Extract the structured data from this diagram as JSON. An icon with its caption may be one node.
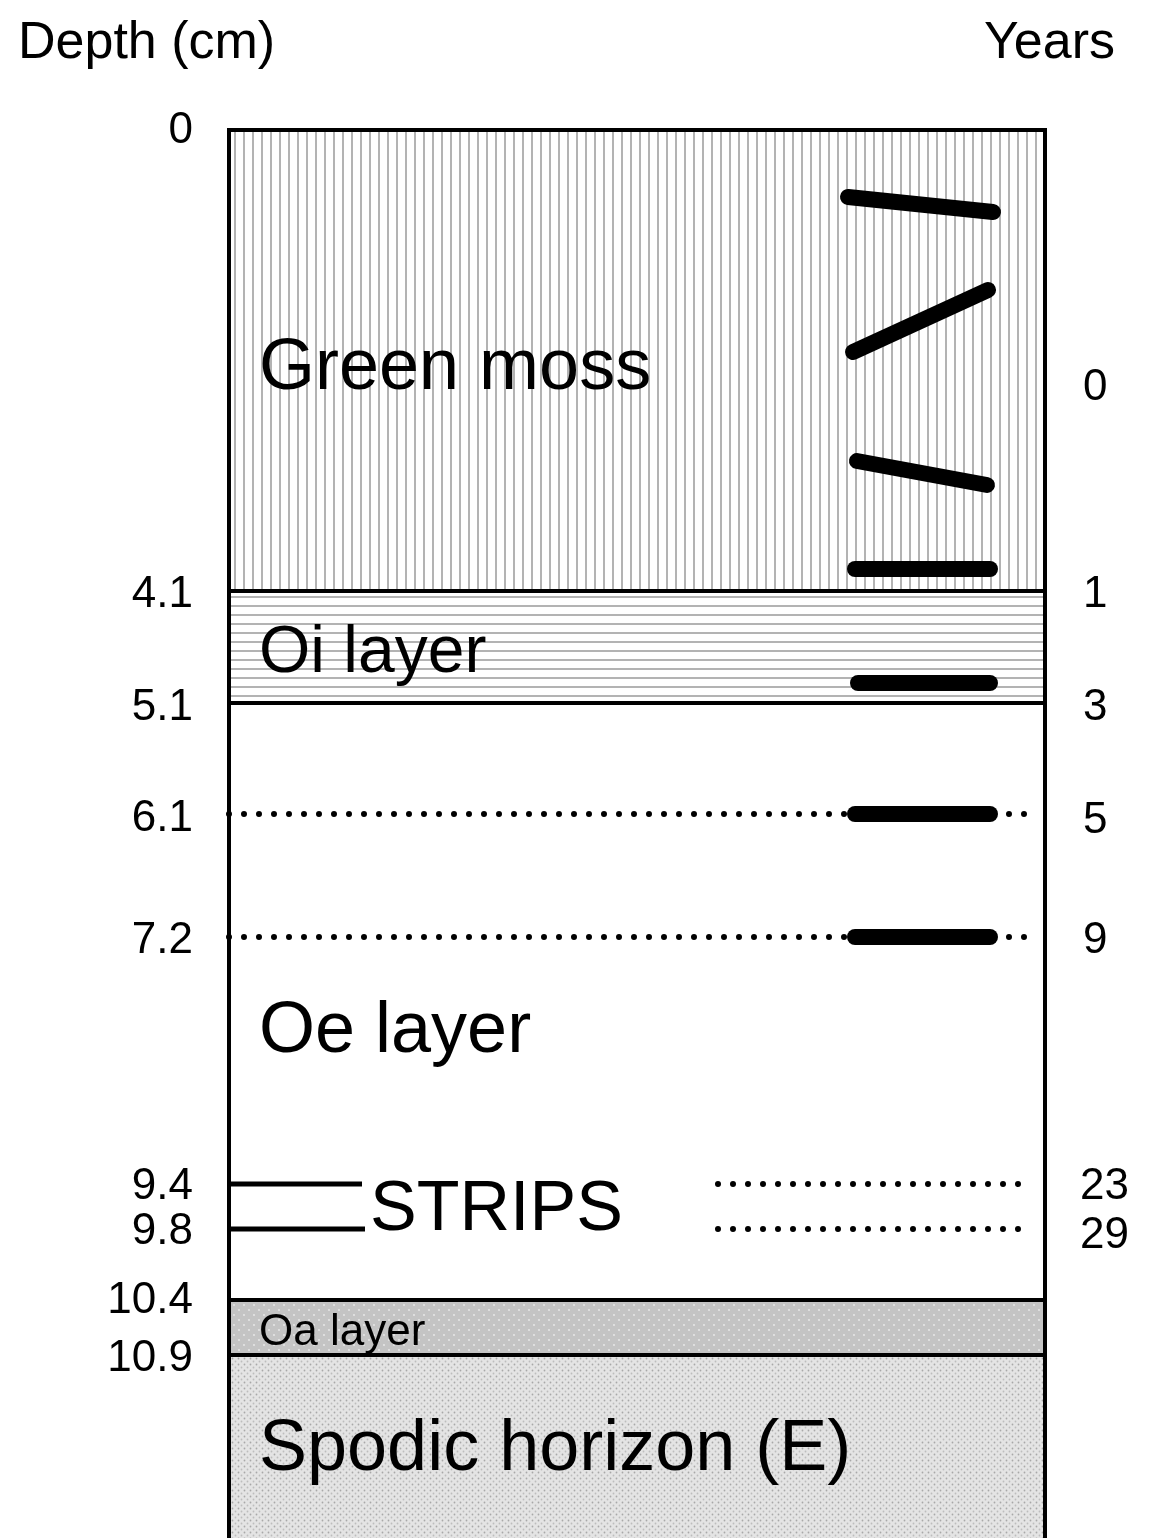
{
  "diagram": {
    "nodes": [
      {
        "text": [
          "Green moss"
        ]
      },
      {
        "text": [
          "Oi layer"
        ]
      },
      {
        "text": [
          "Oe layer"
        ]
      },
      {
        "text": [
          "Oa layer"
        ]
      },
      {
        "text": [
          "Spodic horizon (E)"
        ]
      }
    ],
    "labels": [
      "Depth (cm)",
      "Years",
      "0",
      "0",
      "4.1",
      "1",
      "5.1",
      "3",
      "6.1",
      "5",
      "7.2",
      "9",
      "9.4",
      "STRIPS",
      "23",
      "9.8",
      "29",
      "10.4",
      "10.9"
    ]
  }
}
